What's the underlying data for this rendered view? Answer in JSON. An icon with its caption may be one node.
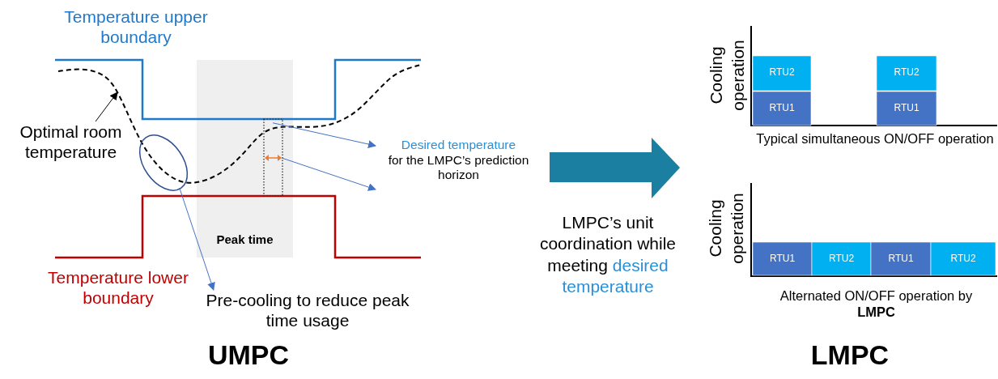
{
  "diagram": {
    "nodes": [
      {
        "text": [
          "Optimal room temperature"
        ]
      },
      {
        "text": [],
        "shape": "curve"
      },
      {
        "text": [],
        "shape": "ellipse"
      },
      {
        "text": [
          "Pre-cooling to reduce peak time usage"
        ]
      },
      {
        "text": [],
        "shape": "box"
      },
      {
        "text": [],
        "shape": "bar",
        "in": 4
      },
      {
        "text": [
          "Desired temperature",
          "for the LMPC’s prediction horizon"
        ]
      }
    ],
    "edges": [
      {
        "from": 0,
        "to": 1,
        "arrow": "to",
        "color": "#000000"
      },
      {
        "from": 2,
        "to": 3,
        "arrow": "to"
      },
      {
        "from": 4,
        "to": 6,
        "arrow": "to"
      },
      {
        "from": 5,
        "to": 6,
        "arrow": "to"
      }
    ],
    "labels": [
      "Temperature upper boundary",
      "Peak time",
      "Temperature lower boundary",
      "UMPC",
      "Cooling operation",
      "RTU2",
      "RTU2",
      "RTU1",
      "RTU1",
      "Typical simultaneous ON/OFF operation",
      "LMPC’s unit coordination while meeting",
      "desired temperature",
      "Cooling operation",
      "RTU1",
      "RTU2",
      "RTU1",
      "RTU2",
      "Alternated ON/OFF operation by **LMPC**",
      "LMPC"
    ]
  }
}
